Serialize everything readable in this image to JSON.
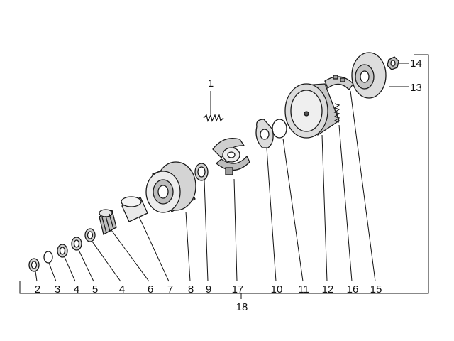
{
  "parts": [
    {
      "id": "2",
      "label": "2"
    },
    {
      "id": "3",
      "label": "3"
    },
    {
      "id": "4a",
      "label": "4"
    },
    {
      "id": "5",
      "label": "5"
    },
    {
      "id": "4b",
      "label": "4"
    },
    {
      "id": "6",
      "label": "6"
    },
    {
      "id": "7",
      "label": "7"
    },
    {
      "id": "8",
      "label": "8"
    },
    {
      "id": "9",
      "label": "9"
    },
    {
      "id": "17",
      "label": "17"
    },
    {
      "id": "10",
      "label": "10"
    },
    {
      "id": "11",
      "label": "11"
    },
    {
      "id": "12",
      "label": "12"
    },
    {
      "id": "16",
      "label": "16"
    },
    {
      "id": "15",
      "label": "15"
    },
    {
      "id": "1",
      "label": "1"
    },
    {
      "id": "14",
      "label": "14"
    },
    {
      "id": "13",
      "label": "13"
    }
  ],
  "assembly": {
    "label": "18"
  }
}
